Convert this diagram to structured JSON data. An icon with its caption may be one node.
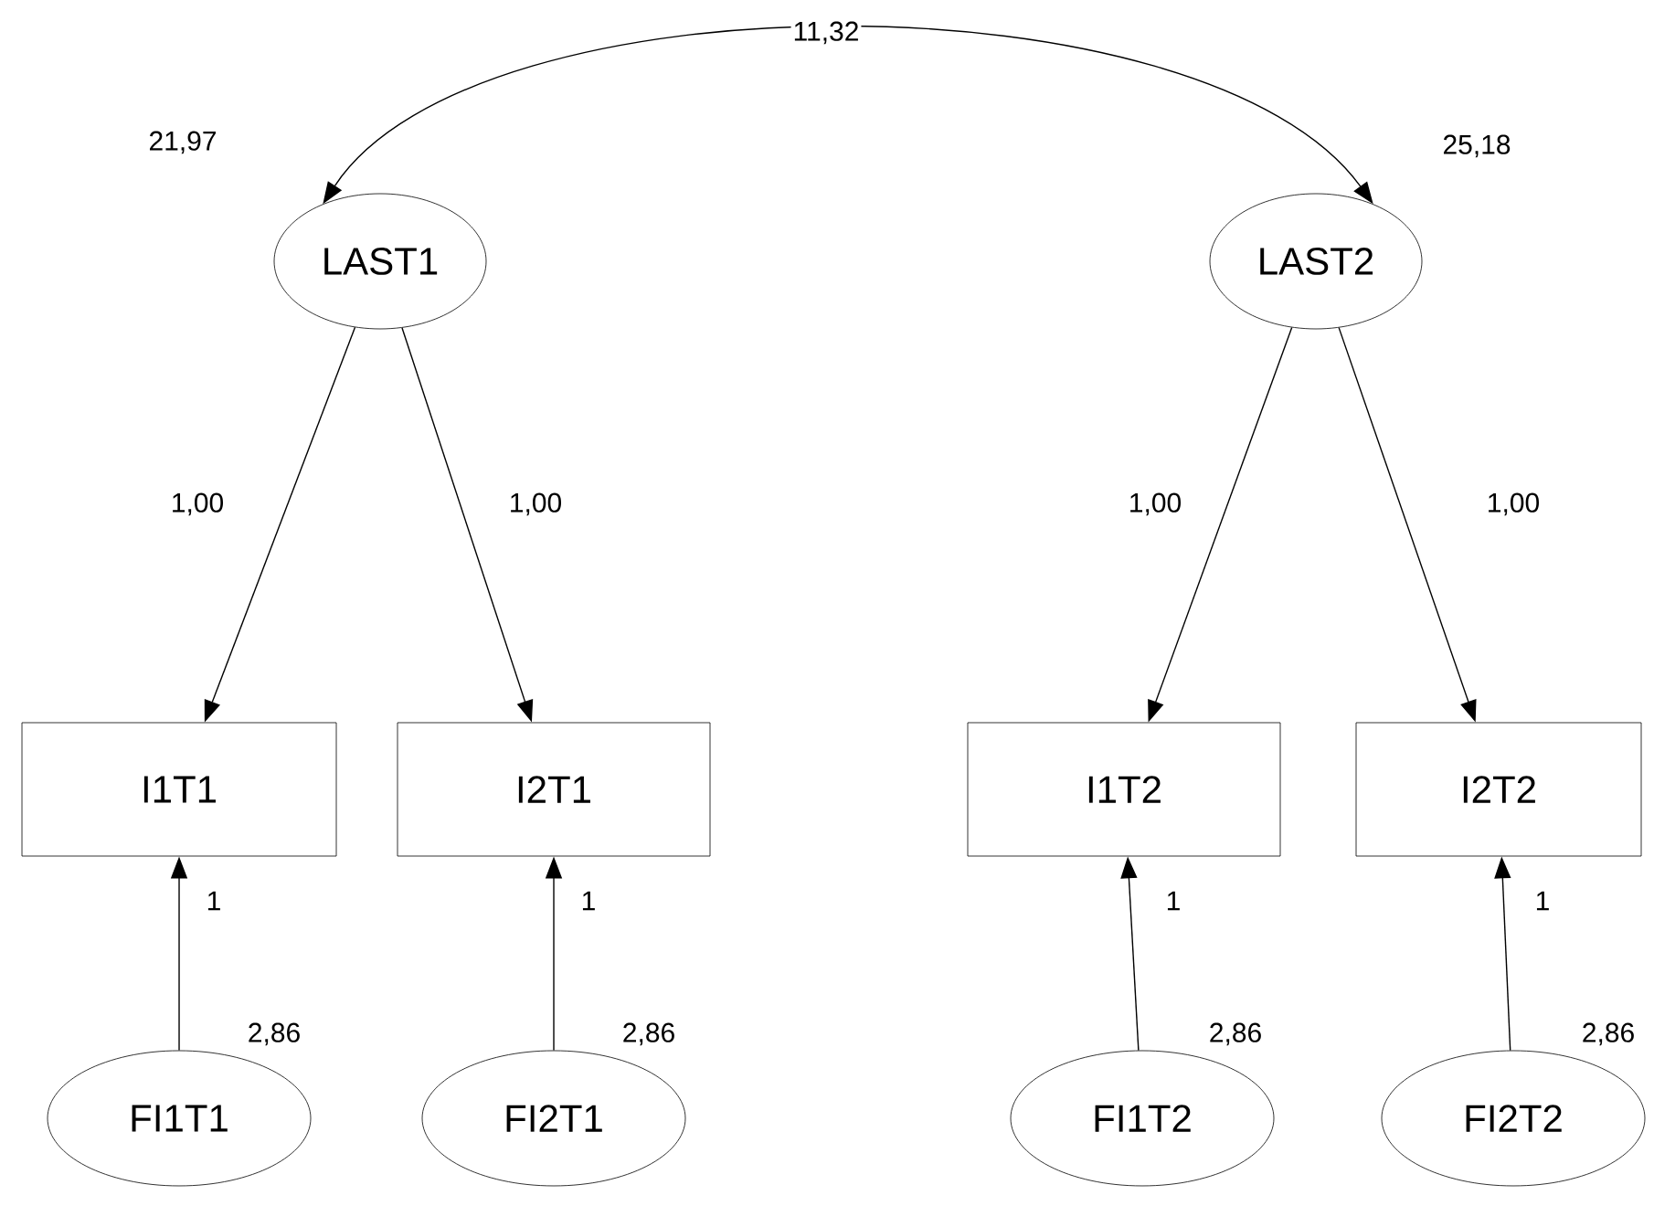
{
  "diagram": {
    "nodes": [
      {
        "text": [
          "LAST1"
        ],
        "beside": [
          "21,97"
        ]
      },
      {
        "text": [
          "LAST2"
        ],
        "beside": [
          "25,18"
        ]
      },
      {
        "text": [
          "I1T1"
        ]
      },
      {
        "text": [
          "I2T1"
        ]
      },
      {
        "text": [
          "I1T2"
        ]
      },
      {
        "text": [
          "I2T2"
        ]
      },
      {
        "text": [
          "FI1T1"
        ],
        "beside": [
          "2,86"
        ]
      },
      {
        "text": [
          "FI2T1"
        ],
        "beside": [
          "2,86"
        ]
      },
      {
        "text": [
          "FI1T2"
        ],
        "beside": [
          "2,86"
        ]
      },
      {
        "text": [
          "FI2T2"
        ],
        "beside": [
          "2,86"
        ]
      }
    ],
    "edges": [
      {
        "from": 0,
        "to": 1,
        "arrow": "both",
        "label": "11,32"
      },
      {
        "from": 0,
        "to": 2,
        "arrow": "to",
        "label": "1,00"
      },
      {
        "from": 0,
        "to": 3,
        "arrow": "to",
        "label": "1,00"
      },
      {
        "from": 1,
        "to": 4,
        "arrow": "to",
        "label": "1,00"
      },
      {
        "from": 1,
        "to": 5,
        "arrow": "to",
        "label": "1,00"
      },
      {
        "from": 6,
        "to": 2,
        "arrow": "to",
        "label": "1"
      },
      {
        "from": 7,
        "to": 3,
        "arrow": "to",
        "label": "1"
      },
      {
        "from": 8,
        "to": 4,
        "arrow": "to",
        "label": "1"
      },
      {
        "from": 9,
        "to": 5,
        "arrow": "to",
        "label": "1"
      }
    ]
  }
}
